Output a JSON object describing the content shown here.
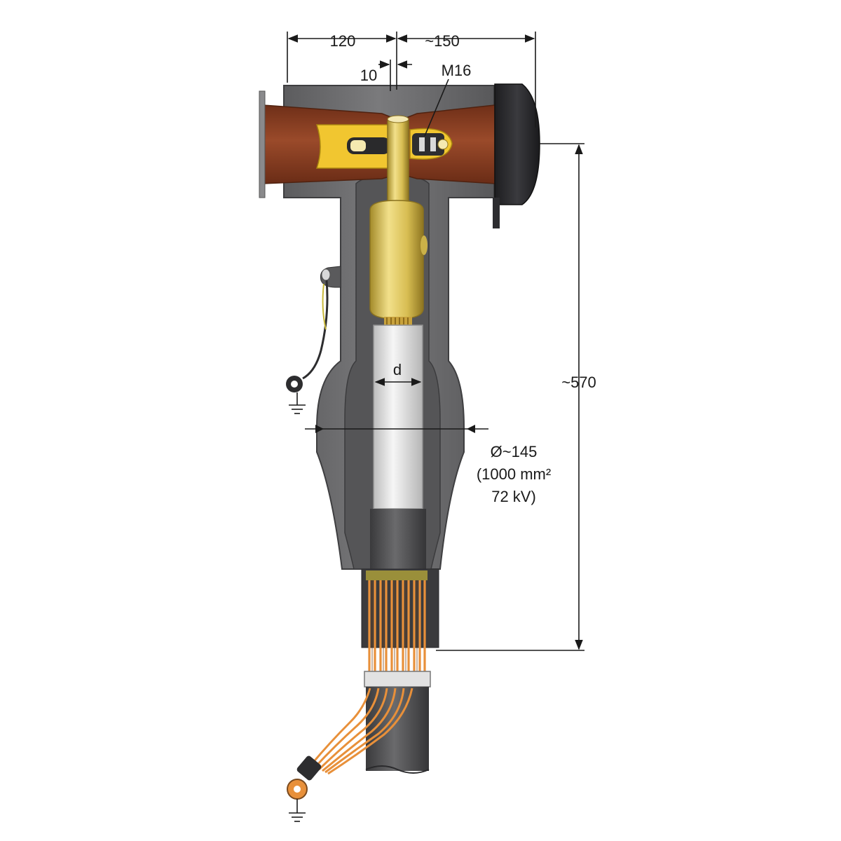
{
  "dimensions": {
    "left_width": "120",
    "right_width": "~150",
    "gap": "10",
    "thread": "M16",
    "height": "~570",
    "conductor_diameter": "d",
    "outer_diameter": "Ø~145",
    "spec_line1": "(1000 mm²",
    "spec_line2": "72 kV)"
  },
  "colors": {
    "housing": "#6e6e70",
    "housing_dark": "#4a4a4c",
    "insulation_brown": "#8a3e22",
    "brass": "#e0c95a",
    "yellow": "#f1c630",
    "conductor": "#e8e8e8",
    "cable_sheath": "#4b4b4d",
    "screen_wire": "#e8903a",
    "end_cap": "#2d2d30"
  }
}
